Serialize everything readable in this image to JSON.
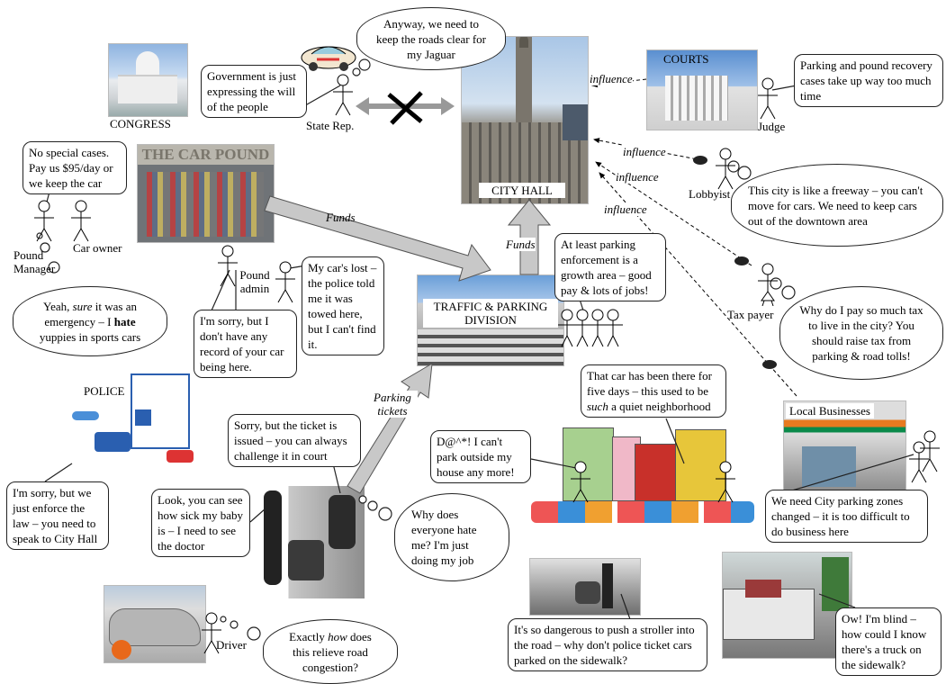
{
  "institutions": {
    "congress": "CONGRESS",
    "courts": "COURTS",
    "city_hall": "CITY HALL",
    "car_pound": "THE CAR POUND",
    "traffic_division": "TRAFFIC & PARKING DIVISION",
    "police": "POLICE",
    "local_businesses": "Local Businesses"
  },
  "actors": {
    "state_rep": "State Rep.",
    "judge": "Judge",
    "lobbyist": "Lobbyist",
    "tax_payer": "Tax payer",
    "pound_manager": "Pound Manager",
    "car_owner": "Car owner",
    "pound_admin": "Pound admin",
    "driver": "Driver"
  },
  "flows": {
    "funds_pound": "Funds",
    "funds_division": "Funds",
    "parking_tickets": "Parking tickets",
    "influence_courts": "influence",
    "influence_lobbyist": "influence",
    "influence_taxpayer": "influence",
    "influence_business": "influence"
  },
  "speech": {
    "state_rep": "Government is just expressing the will of the people",
    "state_rep_thought": "Anyway, we need to keep the roads clear for my Jaguar",
    "judge": "Parking and pound recovery cases take up way too much time",
    "lobbyist": "This city is like a freeway – you can't move for cars. We need to keep cars out of the downtown area",
    "tax_payer": "Why do I pay so much tax to live in the city? You should raise tax from parking & road tolls!",
    "pound_manager": "No special cases. Pay us $95/day or we keep the car",
    "pound_manager_thought_pre": "Yeah, ",
    "pound_manager_thought_em": "sure",
    "pound_manager_thought_mid": " it was an emergency – I ",
    "pound_manager_thought_bold": "hate",
    "pound_manager_thought_post": " yuppies in sports cars",
    "pound_admin": "I'm sorry, but I don't have any record of your car being here.",
    "car_owner_lost": "My car's lost – the police told me it was towed here, but I can't find it.",
    "division_staff": "At least parking enforcement is a growth area – good pay & lots of jobs!",
    "police": "I'm sorry, but we just enforce the law – you need to speak to City Hall",
    "officer": "Sorry, but the ticket is issued – you can always challenge it in court",
    "officer_thought": "Why does everyone hate me? I'm just doing my job",
    "mother": "Look, you can see how sick my baby is – I need to see the doctor",
    "resident_angry": "D@^*! I can't park outside my house any more!",
    "neighbor_pre": "That car has been there for five days – this used to be ",
    "neighbor_em": "such",
    "neighbor_post": " a quiet neighborhood",
    "business": "We need City parking zones changed – it is too difficult to do business here",
    "stroller": "It's so dangerous to push a stroller into the road – why don't police ticket cars parked on the sidewalk?",
    "blind": "Ow! I'm blind – how could I know there's a truck on the sidewalk?",
    "driver_pre": "Exactly ",
    "driver_em": "how",
    "driver_post": " does this relieve road congestion?"
  }
}
